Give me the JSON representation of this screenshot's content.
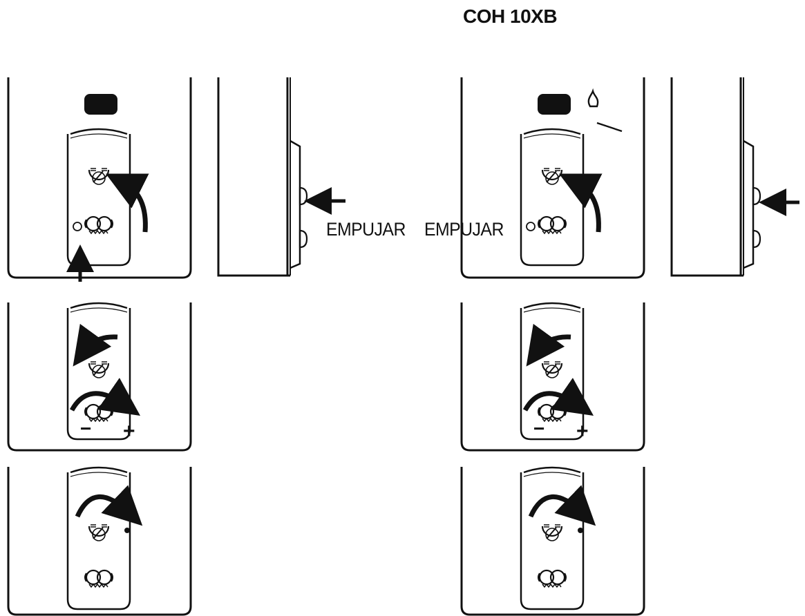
{
  "title": "COH 10XB",
  "labels": {
    "push_1": "EMPUJAR",
    "push_2": "EMPUJAR"
  },
  "marks": {
    "minus": "−",
    "plus": "+"
  },
  "colors": {
    "line": "#111111",
    "background": "#ffffff"
  },
  "icons": [
    "fire-icon",
    "match-icon",
    "arrow-icon",
    "knob-icon",
    "pilot-light-icon"
  ]
}
